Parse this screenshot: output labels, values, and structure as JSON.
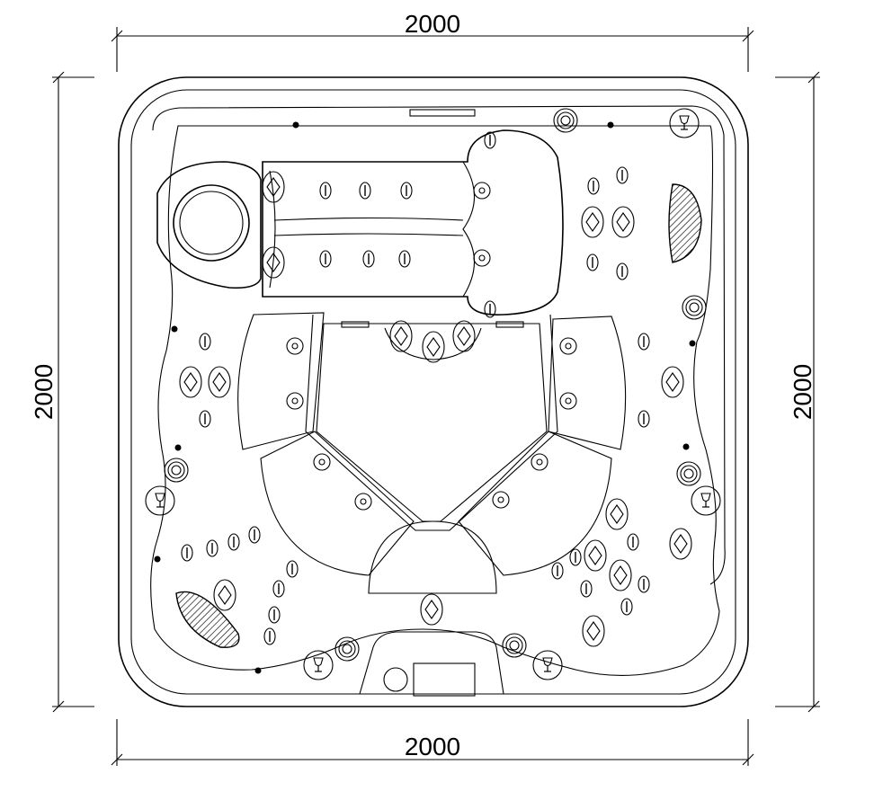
{
  "dimensions": {
    "top": "2000",
    "bottom": "2000",
    "left": "2000",
    "right": "2000"
  },
  "colors": {
    "line": "#000000",
    "background": "#ffffff"
  }
}
